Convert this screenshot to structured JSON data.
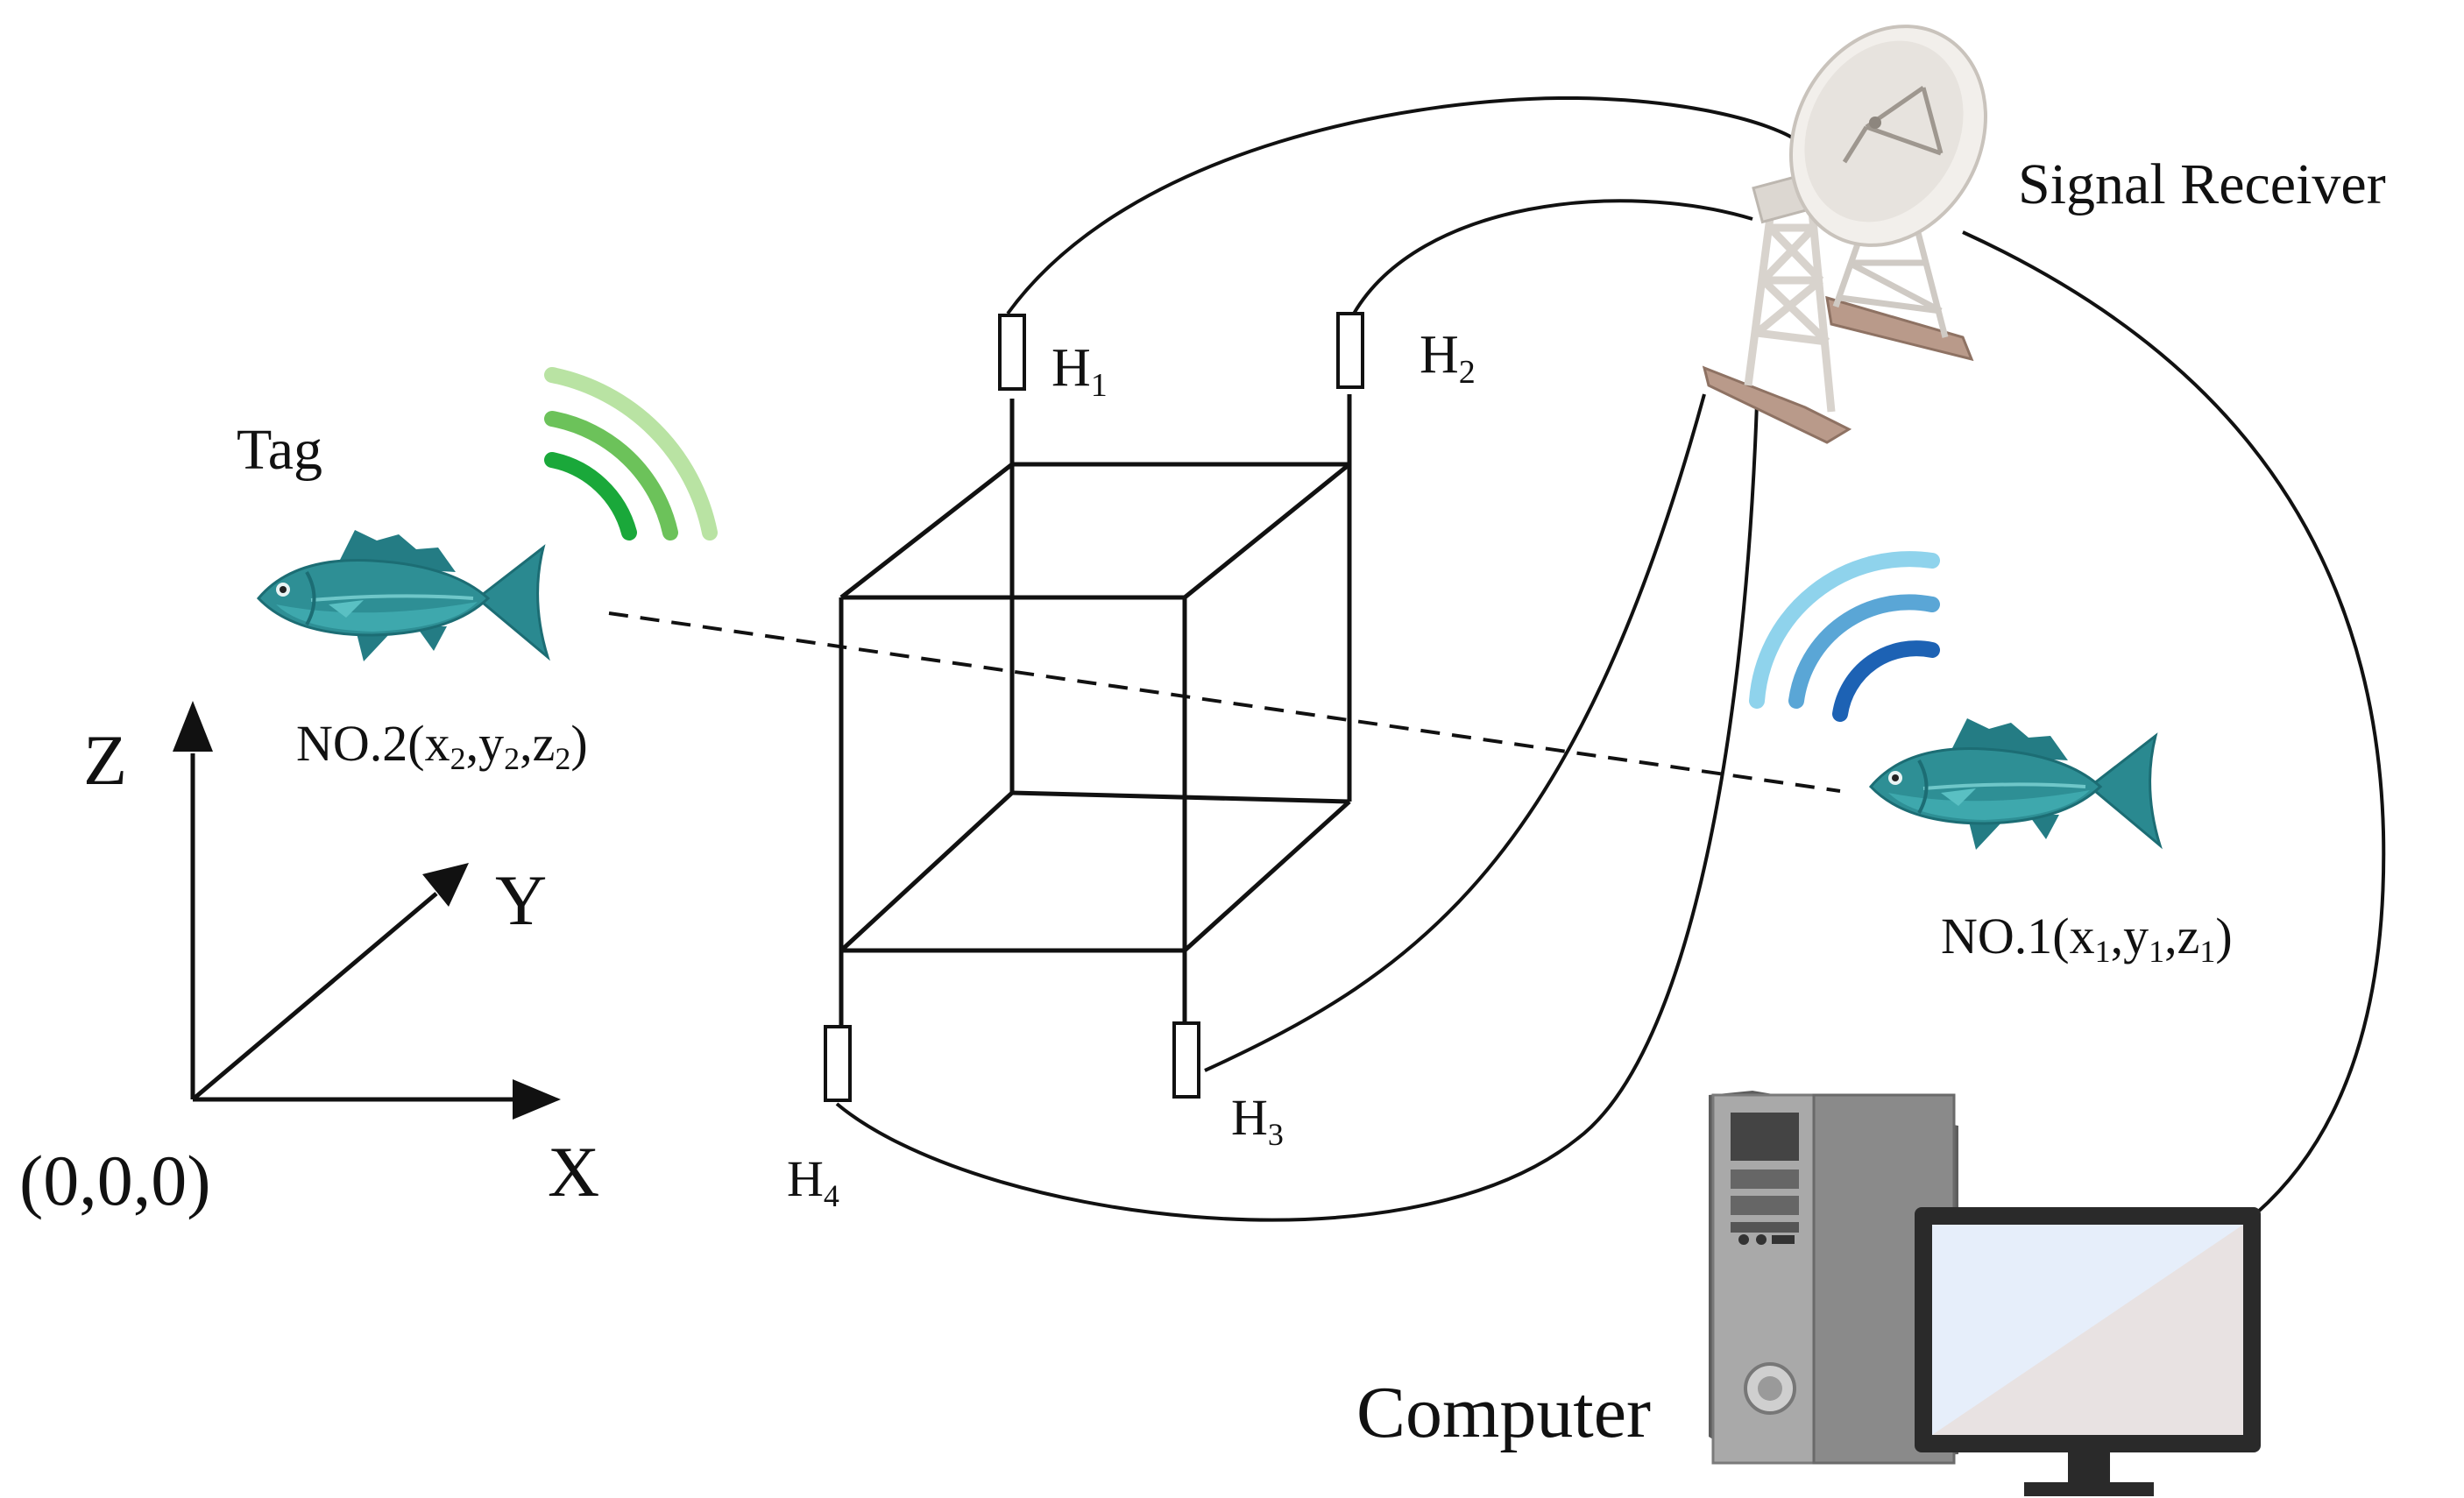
{
  "labels": {
    "signal_receiver": "Signal Receiver",
    "tag": "Tag",
    "computer": "Computer",
    "axis_z": "Z",
    "axis_y": "Y",
    "axis_x": "X",
    "origin": "(0,0,0)"
  },
  "hydrophones": [
    {
      "letter": "H",
      "sub": "1"
    },
    {
      "letter": "H",
      "sub": "2"
    },
    {
      "letter": "H",
      "sub": "3"
    },
    {
      "letter": "H",
      "sub": "4"
    }
  ],
  "fish": [
    {
      "prefix": "NO.2(x",
      "s1": "2",
      "m1": ",y",
      "s2": "2",
      "m2": ",z",
      "s3": "2",
      "suffix": ")"
    },
    {
      "prefix": "NO.1(x",
      "s1": "1",
      "m1": ",y",
      "s2": "1",
      "m2": ",z",
      "s3": "1",
      "suffix": ")"
    }
  ],
  "colors": {
    "fish_body": "#2e8f95",
    "fish_dark": "#1c6d74",
    "signal_green": [
      "#b9e3a3",
      "#6cc25a",
      "#1aa83a"
    ],
    "signal_blue": [
      "#8fd3ec",
      "#5aa6d6",
      "#1d62b4"
    ],
    "dish": "#e9e5e0",
    "base": "#b99a8a",
    "tower_case": "#8a8a8a",
    "screen": "#e6eefa"
  }
}
